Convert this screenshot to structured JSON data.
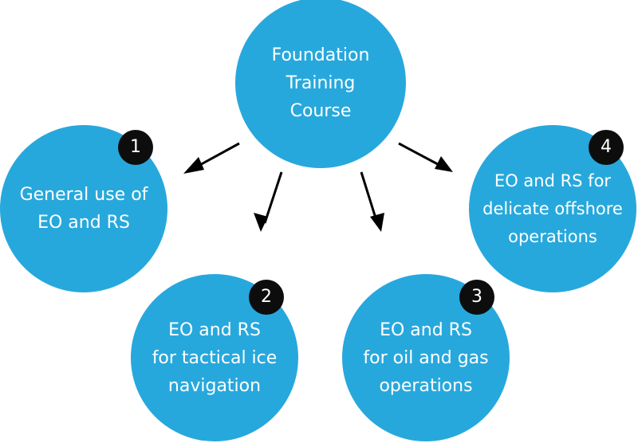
{
  "diagram": {
    "center": {
      "lines": [
        "Foundation",
        "Training",
        "Course"
      ]
    },
    "nodes": [
      {
        "number": "1",
        "lines": [
          "General use of",
          "EO and RS"
        ]
      },
      {
        "number": "2",
        "lines": [
          "EO and RS",
          "for tactical ice",
          "navigation"
        ]
      },
      {
        "number": "3",
        "lines": [
          "EO and RS",
          "for oil and gas",
          "operations"
        ]
      },
      {
        "number": "4",
        "lines": [
          "EO and RS for",
          "delicate offshore",
          "operations"
        ]
      }
    ],
    "colors": {
      "circle": "#27a8dc",
      "badge": "#0d0d0d",
      "arrow": "#000000",
      "text": "#ffffff"
    }
  }
}
